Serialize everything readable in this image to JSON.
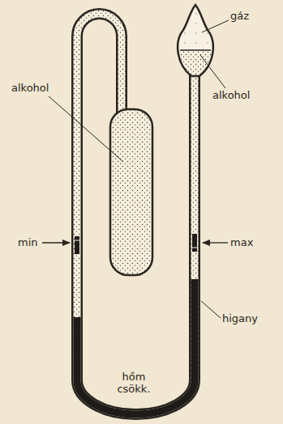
{
  "diagram": {
    "labels": [
      "gáz",
      "alkohol",
      "alkohol",
      "min",
      "max",
      "higany",
      "hőm csökk."
    ]
  }
}
